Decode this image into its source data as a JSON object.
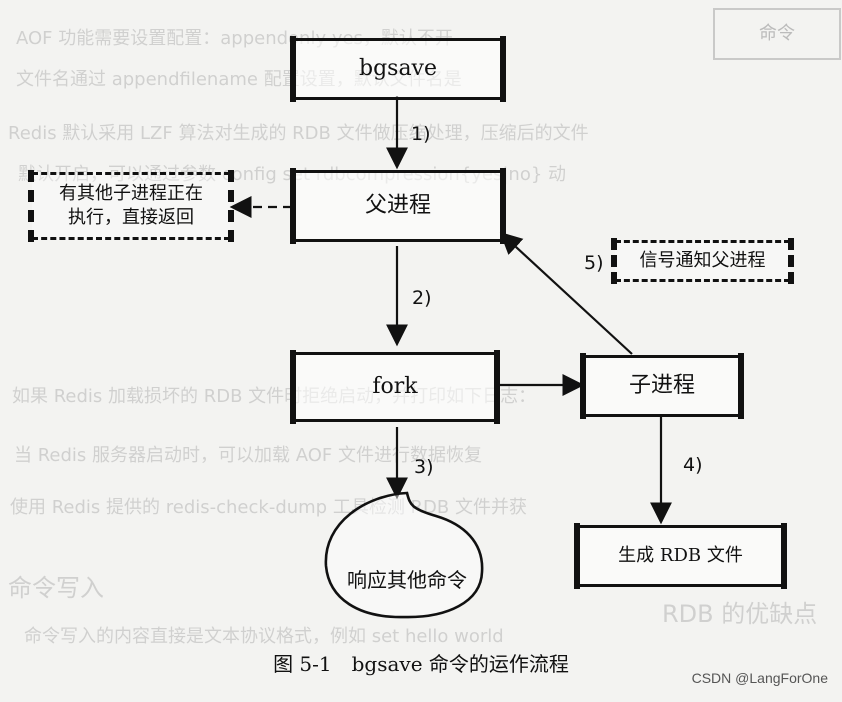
{
  "background_text": [
    "AOF 功能需要设置配置：appendonly yes，默认不开",
    "文件名通过 appendfilename 配置设置，默认文件名是",
    "Redis 默认采用 LZF 算法对生成的 RDB 文件做压缩处理，压缩后的文件",
    "默认开启，可以通过参数 config set rdbcompression{yes|no} 动",
    "如果 Redis 加载损坏的 RDB 文件时拒绝启动，并打印如下日志：",
    "使用 Redis 提供的 redis-check-dump 工具检测 RDB 文件并获",
    "RDB 的优缺点",
    "当 Redis 服务器启动时，可以加载 AOF 文件进行数据恢复",
    "命令写入",
    "命令写入的内容直接是文本协议格式，例如 set hello world"
  ],
  "background_box": "命令",
  "nodes": {
    "bgsave": "bgsave",
    "parent": "父进程",
    "other_child": "有其他子进程正在执行，直接返回",
    "fork": "fork",
    "child": "子进程",
    "signal": "信号通知父进程",
    "respond": "响应其他命令",
    "generate": "生成 RDB 文件"
  },
  "steps": {
    "step1": "1)",
    "step2": "2)",
    "step3": "3)",
    "step4": "4)",
    "step5": "5)"
  },
  "caption": "图 5-1　bgsave 命令的运作流程",
  "watermark": "CSDN @LangForOne"
}
